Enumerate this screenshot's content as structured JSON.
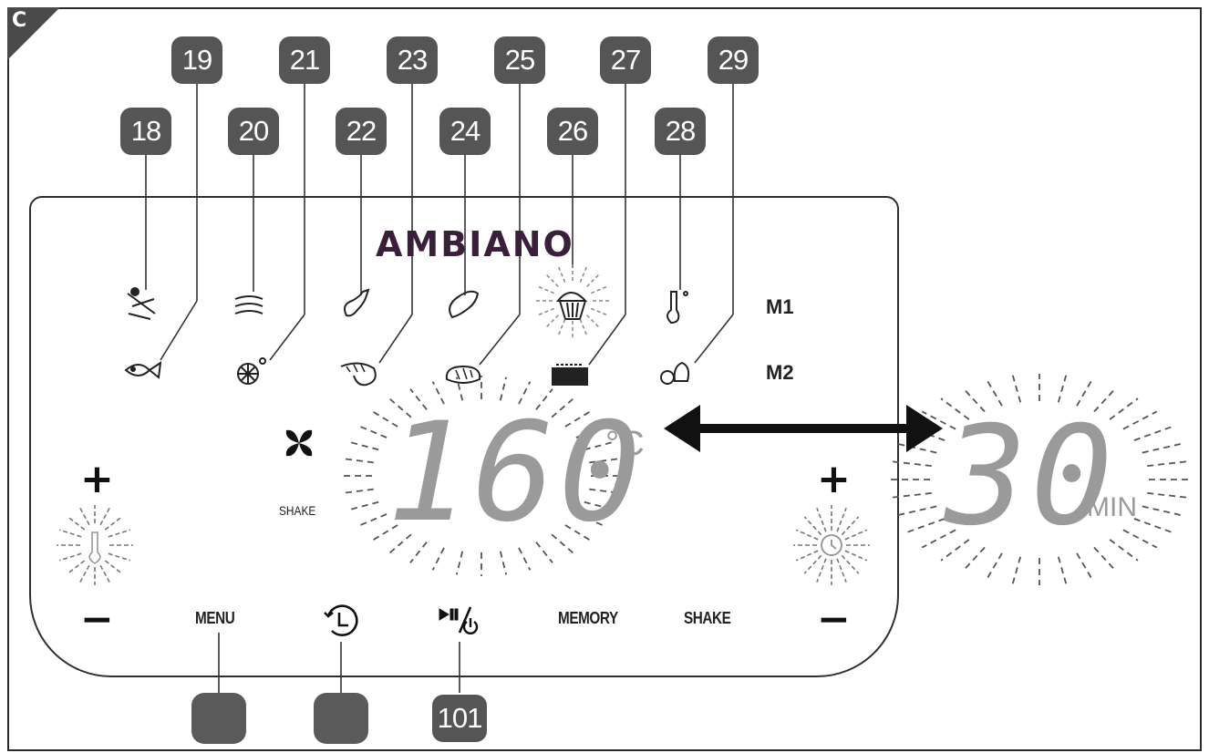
{
  "figure_label": "C",
  "brand": "AMBIANO",
  "callouts_top": [
    "19",
    "21",
    "23",
    "25",
    "27",
    "29"
  ],
  "callouts_mid": [
    "18",
    "20",
    "22",
    "24",
    "26",
    "28"
  ],
  "callout_bottom": "101",
  "modes": {
    "m1": "M1",
    "m2": "M2"
  },
  "display": {
    "temperature": "160",
    "temperature_unit": "°C",
    "time": "30",
    "time_unit": "MIN",
    "shake_indicator": "SHAKE"
  },
  "buttons": {
    "plus": "+",
    "minus": "−",
    "menu": "MENU",
    "memory": "MEMORY",
    "shake": "SHAKE"
  },
  "icons": [
    "fries-icon",
    "fish-icon",
    "bacon-icon",
    "defrost-icon",
    "drumstick-icon",
    "shrimp-icon",
    "steak-icon",
    "bread-icon",
    "cupcake-icon",
    "toast-icon",
    "thermometer-icon",
    "vegetables-icon",
    "fan-icon",
    "timer-icon",
    "play-pause-power-icon",
    "clock-icon"
  ],
  "colors": {
    "badge": "#555555",
    "segment": "#9a9a9a",
    "ink": "#222222"
  }
}
